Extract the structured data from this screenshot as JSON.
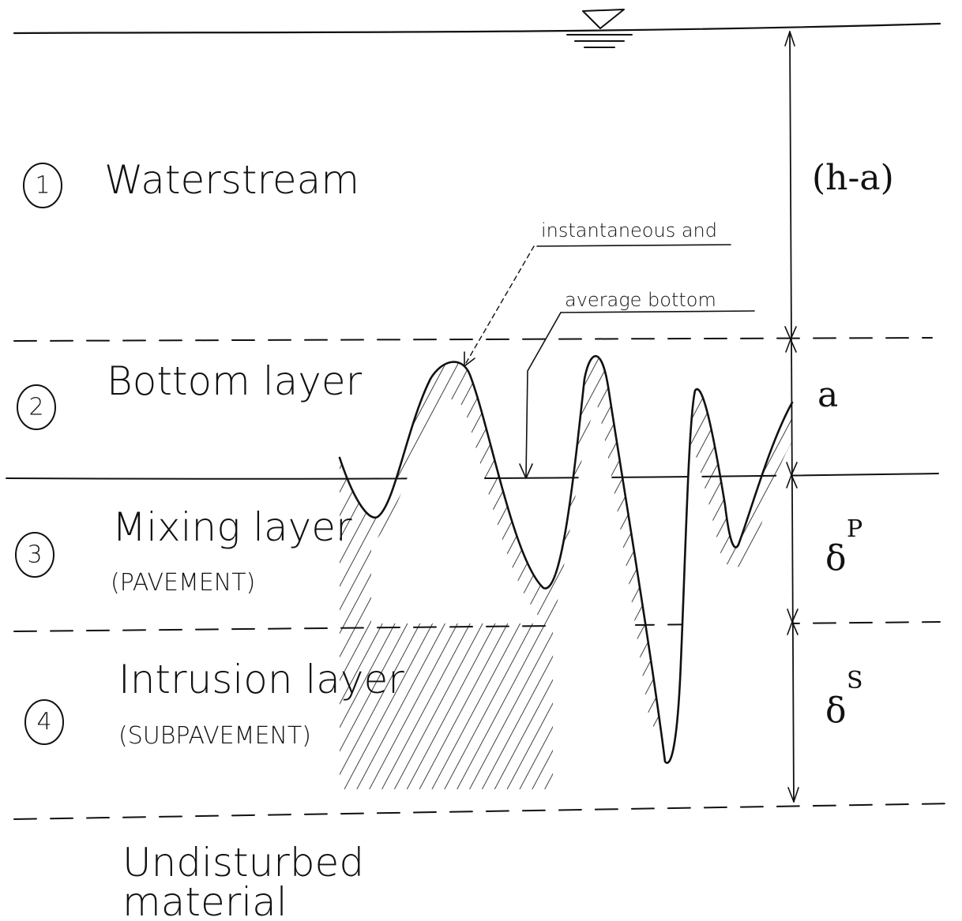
{
  "layers": [
    {
      "number": "1",
      "name": "Waterstream",
      "sub": ""
    },
    {
      "number": "2",
      "name": "Bottom layer",
      "sub": ""
    },
    {
      "number": "3",
      "name": "Mixing layer",
      "sub": "(PAVEMENT)"
    },
    {
      "number": "4",
      "name": "Intrusion layer",
      "sub": "(SUBPAVEMENT)"
    }
  ],
  "undisturbed": {
    "line1": "Undisturbed",
    "line2": "material"
  },
  "annotations": {
    "instantaneous": "instantaneous and",
    "average": "average bottom"
  },
  "dimensions": {
    "water_depth": "(h-a)",
    "bottom_layer": "a",
    "mixing_layer": "δ",
    "mixing_sup": "P",
    "intrusion_layer": "δ",
    "intrusion_sup": "S"
  },
  "water_surface_symbol": "∇"
}
